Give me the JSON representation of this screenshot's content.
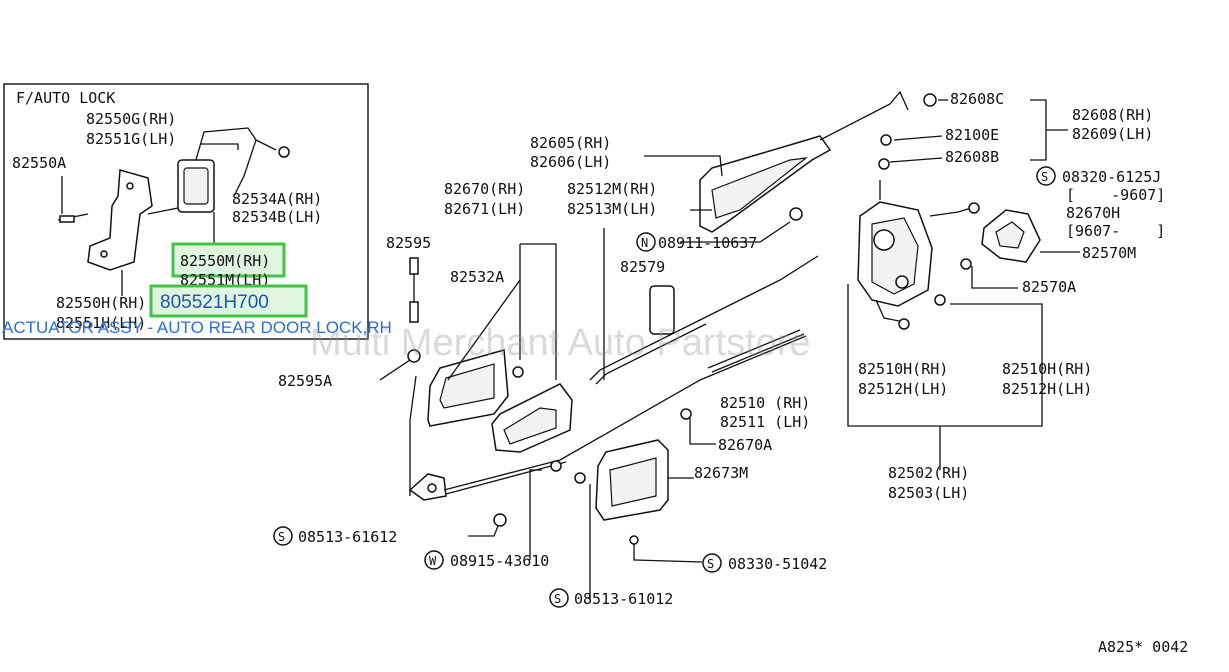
{
  "inset": {
    "title": "F/AUTO LOCK",
    "labels": {
      "p82550G": "82550G(RH)",
      "p82551G": "82551G(LH)",
      "p82550A": "82550A",
      "p82534A": "82534A(RH)",
      "p82534B": "82534B(LH)",
      "p82551M": "82551M(LH)",
      "p82550H": "82550H(RH)",
      "p82551H": "82551H(LH)"
    },
    "highlight_1": "82550M(RH)",
    "highlight_2": "805521H700",
    "catalog_link": "ACTUATOR ASSY - AUTO REAR DOOR LOCK,RH"
  },
  "labels": {
    "p82605": "82605(RH)",
    "p82606": "82606(LH)",
    "p82670": "82670(RH)",
    "p82671": "82671(LH)",
    "p82512M": "82512M(RH)",
    "p82513M": "82513M(LH)",
    "n08911": "08911-10637",
    "p82595": "82595",
    "p82532A": "82532A",
    "p82579": "82579",
    "p82595A": "82595A",
    "p82608C": "82608C",
    "p82100E": "82100E",
    "p82608B": "82608B",
    "p82608": "82608(RH)",
    "p82609": "82609(LH)",
    "s08320": "08320-6125J",
    "r9607a": "[    -9607]",
    "p82670H": "82670H",
    "r9607b": "[9607-    ]",
    "p82570M": "82570M",
    "p82570A": "82570A",
    "p82510Ha": "82510H(RH)",
    "p82512Ha": "82512H(LH)",
    "p82510Hb": "82510H(RH)",
    "p82512Hb": "82512H(LH)",
    "p82510": "82510 (RH)",
    "p82511": "82511 (LH)",
    "p82670A": "82670A",
    "p82673M": "82673M",
    "p82502": "82502(RH)",
    "p82503": "82503(LH)",
    "s08513a": "08513-61612",
    "w08915": "08915-43610",
    "s08330": "08330-51042",
    "s08513b": "08513-61012"
  },
  "badges": {
    "s": "S",
    "n": "N",
    "w": "W"
  },
  "watermark": "Multi Merchant Auto Partstore",
  "diagram_code": "A825* 0042",
  "colors": {
    "highlight_stroke": "#41c441",
    "link": "#2a6fd6"
  }
}
